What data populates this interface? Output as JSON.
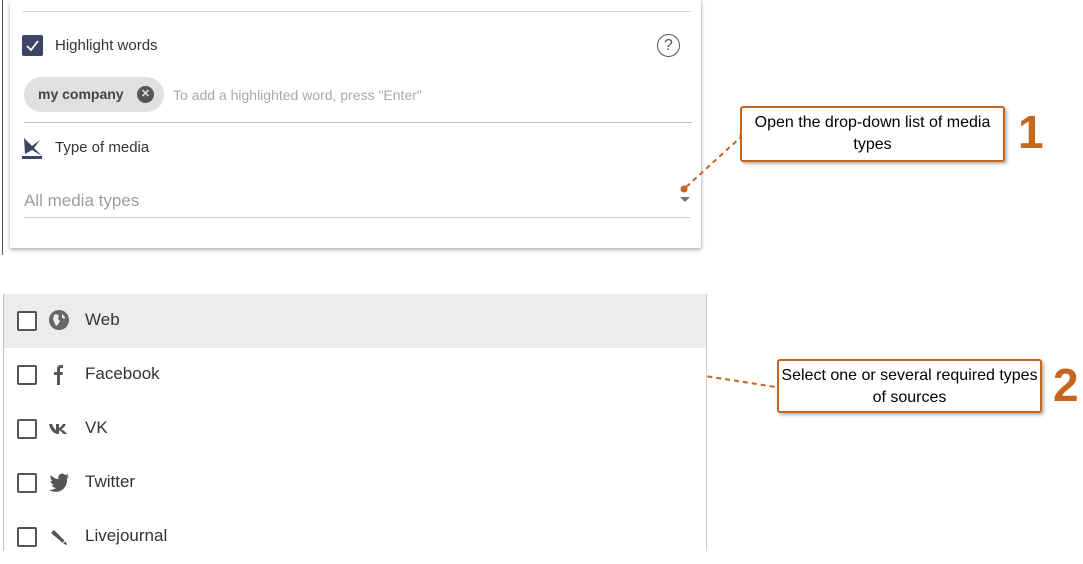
{
  "filter_panel": {
    "highlight_label": "Highlight words",
    "help_symbol": "?",
    "chips": [
      {
        "label": "my company"
      }
    ],
    "chip_input_placeholder": "To add a highlighted word,  press \"Enter\"",
    "media_type_label": "Type of media",
    "media_select_value": "All media types"
  },
  "callouts": [
    {
      "number": "1",
      "text": "Open the drop-down list of media types"
    },
    {
      "number": "2",
      "text": "Select one or several required types of sources"
    }
  ],
  "media_list": {
    "items": [
      {
        "label": "Web",
        "icon": "globe-icon",
        "highlighted": true
      },
      {
        "label": "Facebook",
        "icon": "facebook-icon",
        "highlighted": false
      },
      {
        "label": "VK",
        "icon": "vk-icon",
        "highlighted": false
      },
      {
        "label": "Twitter",
        "icon": "twitter-icon",
        "highlighted": false
      },
      {
        "label": "Livejournal",
        "icon": "livejournal-icon",
        "highlighted": false
      }
    ]
  },
  "colors": {
    "accent": "#c5651f",
    "checkbox_checked": "#3d4565",
    "highlight_row": "#ececec"
  }
}
